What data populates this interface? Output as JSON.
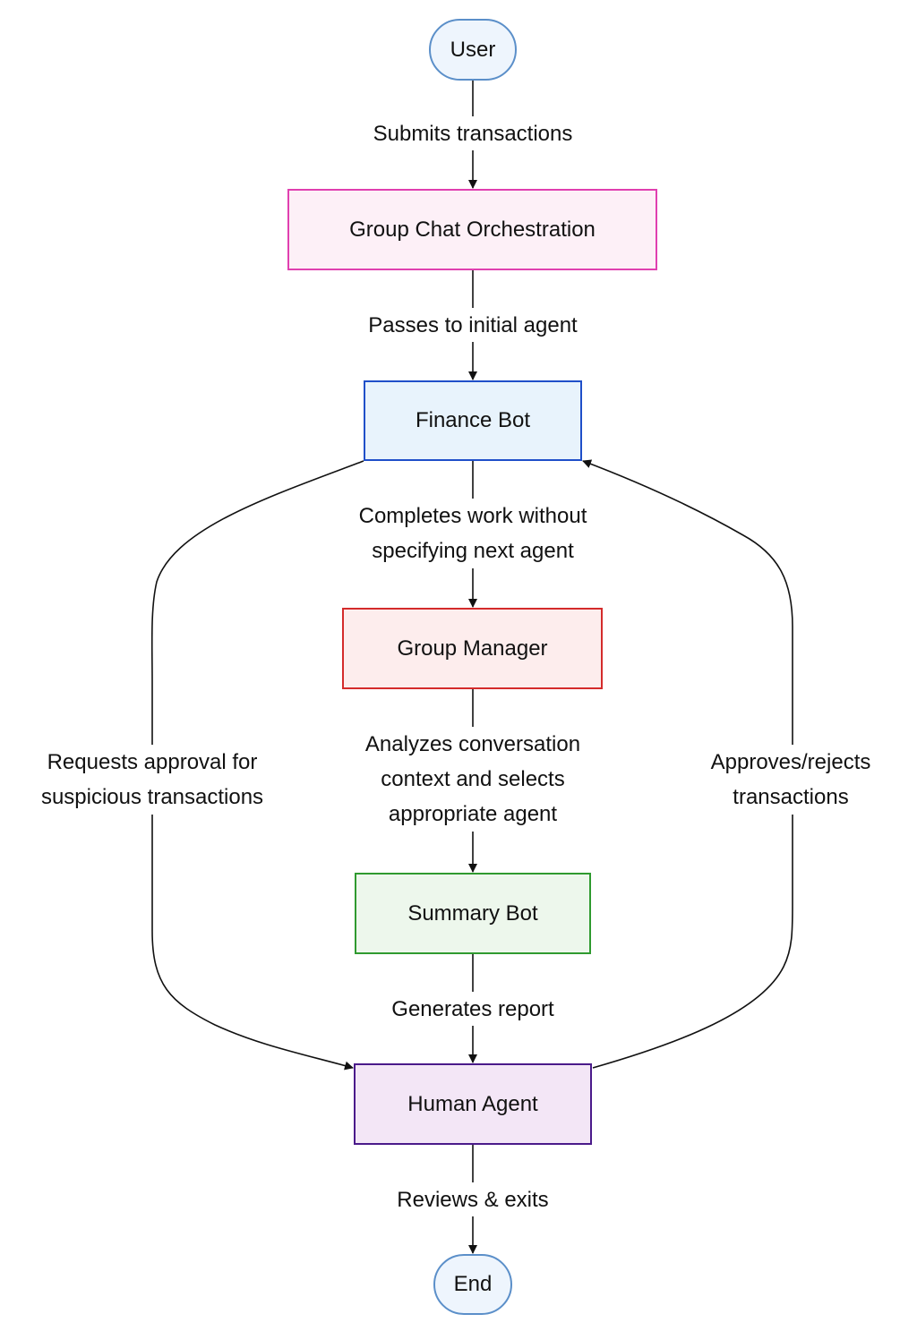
{
  "nodes": {
    "user": {
      "label": "User"
    },
    "orchestration": {
      "label": "Group Chat Orchestration",
      "fill": "#fdf0f7",
      "stroke": "#e040b0"
    },
    "finance": {
      "label": "Finance Bot",
      "fill": "#e8f3fc",
      "stroke": "#1f4fc9"
    },
    "manager": {
      "label": "Group Manager",
      "fill": "#fdeded",
      "stroke": "#d42b2b"
    },
    "summary": {
      "label": "Summary Bot",
      "fill": "#edf7ec",
      "stroke": "#2f9a2f"
    },
    "human": {
      "label": "Human Agent",
      "fill": "#f3e6f6",
      "stroke": "#4a1a8a"
    },
    "end": {
      "label": "End"
    }
  },
  "edges": {
    "submits": {
      "label": "Submits transactions"
    },
    "passes": {
      "label": "Passes to initial agent"
    },
    "completes": {
      "lines": [
        "Completes work without",
        "specifying next agent"
      ]
    },
    "analyzes": {
      "lines": [
        "Analyzes conversation",
        "context and selects",
        "appropriate agent"
      ]
    },
    "generates": {
      "label": "Generates report"
    },
    "reviews": {
      "label": "Reviews & exits"
    },
    "requests": {
      "lines": [
        "Requests approval for",
        "suspicious transactions"
      ]
    },
    "approves": {
      "lines": [
        "Approves/rejects",
        "transactions"
      ]
    }
  }
}
